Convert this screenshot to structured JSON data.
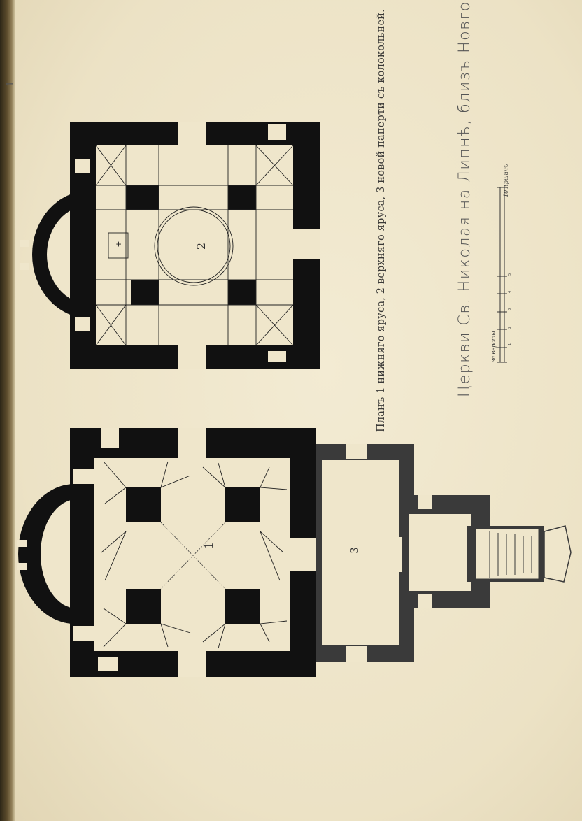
{
  "page_number": "1",
  "caption": "Планъ 1 нижняго яруса, 2 верхняго яруса, 3 новой паперти съ колокольней.",
  "title": "Церкви Св. Николая на Липнѣ, близъ Новгорода.",
  "plan_labels": {
    "lower_tier": "1",
    "upper_tier": "2",
    "porch": "3",
    "cross": "+"
  },
  "scale_bar": {
    "unit_left": "за версты",
    "unit_right": "10 Аршинъ",
    "ticks": [
      "1",
      "2",
      "3",
      "4",
      "5"
    ]
  },
  "colors": {
    "paper": "#efe6cb",
    "ink": "#111111",
    "porch_ink": "#3a3a3a"
  }
}
